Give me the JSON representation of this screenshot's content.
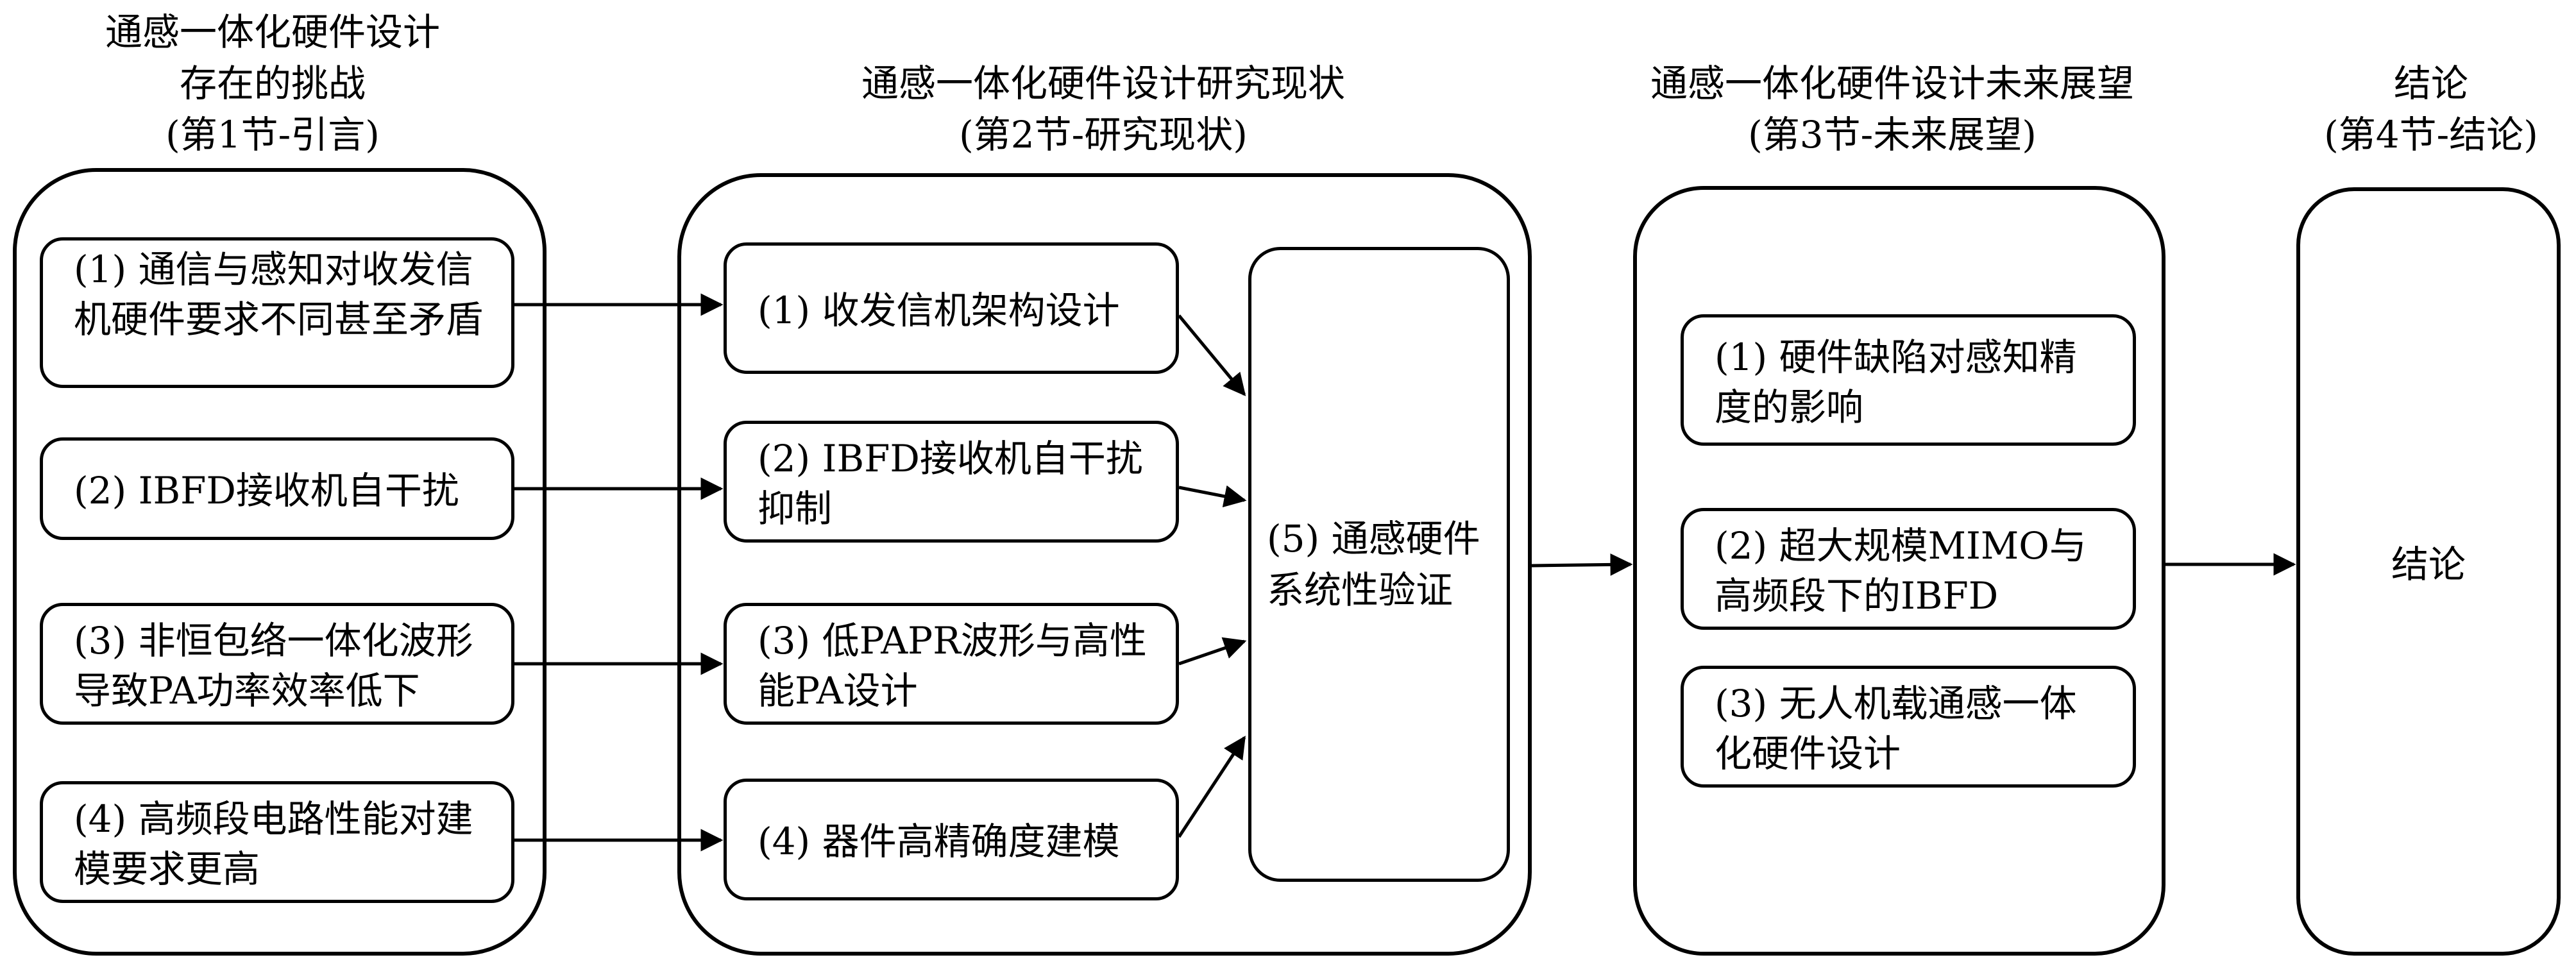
{
  "columns": [
    {
      "title_lines": [
        "通感一体化硬件设计",
        "存在的挑战",
        "(第1节-引言)"
      ],
      "items": [
        "(1) 通信与感知对收发信机硬件要求不同甚至矛盾",
        "(2) IBFD接收机自干扰",
        "(3) 非恒包络一体化波形导致PA功率效率低下",
        "(4) 高频段电路性能对建模要求更高"
      ]
    },
    {
      "title_lines": [
        "通感一体化硬件设计研究现状",
        "(第2节-研究现状)"
      ],
      "items": [
        "(1) 收发信机架构设计",
        "(2) IBFD接收机自干扰抑制",
        "(3) 低PAPR波形与高性能PA设计",
        "(4) 器件高精确度建模"
      ],
      "verification": "(5) 通感硬件系统性验证"
    },
    {
      "title_lines": [
        "通感一体化硬件设计未来展望",
        "(第3节-未来展望)"
      ],
      "items": [
        "(1) 硬件缺陷对感知精度的影响",
        "(2) 超大规模MIMO与高频段下的IBFD",
        "(3) 无人机载通感一体化硬件设计"
      ]
    },
    {
      "title_lines": [
        "结论",
        "(第4节-结论)"
      ],
      "content": "结论"
    }
  ],
  "colors": {
    "stroke": "#000000",
    "background": "#ffffff"
  }
}
